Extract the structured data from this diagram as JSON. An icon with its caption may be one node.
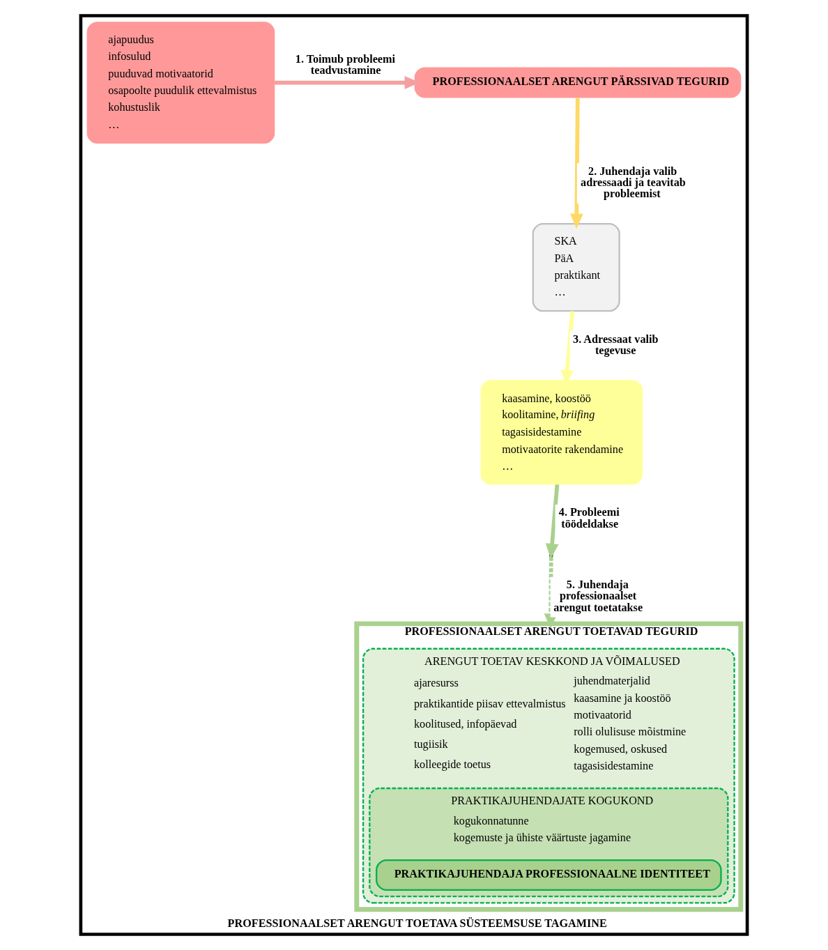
{
  "diagram": {
    "nodes": [
      {
        "text": [
          "PROFESSIONAALSET ARENGUT TOETAVA SÜSTEEMSUSE TAGAMINE"
        ]
      },
      {
        "text": [
          "PROFESSIONAALSET ARENGUT PÄRSSIVAD TEGURID"
        ],
        "in": 0
      },
      {
        "text": [
          "ajapuudus",
          "infosulud",
          "puuduvad motivaatorid",
          "osapoolte puudulik ettevalmistus",
          "kohustuslik",
          "…"
        ],
        "in": 0
      },
      {
        "text": [
          "SKA",
          "PäA",
          "praktikant",
          "…"
        ],
        "in": 0
      },
      {
        "text": [
          "kaasamine, koostöö",
          "koolitamine, *briifing*",
          "tagasisidestamine",
          "motivaatorite rakendamine",
          "…"
        ],
        "in": 0
      },
      {
        "text": [
          "PROFESSIONAALSET ARENGUT TOETAVAD TEGURID"
        ],
        "in": 0
      },
      {
        "text": [
          "ARENGUT TOETAV KESKKOND JA VÕIMALUSED",
          "ajaresurss",
          "praktikantide piisav ettevalmistus",
          "koolitused, infopäevad",
          "tugiisik",
          "kolleegide toetus",
          "juhendmaterjalid",
          "kaasamine ja koostöö",
          "motivaatorid",
          "rolli olulisuse mõistmine",
          "kogemused, oskused",
          "tagasisidestamine"
        ],
        "in": 5
      },
      {
        "text": [
          "PRAKTIKAJUHENDAJATE KOGUKOND",
          "kogukonnatunne",
          "kogemuste ja ühiste väärtuste jagamine"
        ],
        "in": 6
      },
      {
        "text": [
          "PRAKTIKAJUHENDAJA PROFESSIONAALNE IDENTITEET"
        ],
        "in": 7
      }
    ],
    "edges": [
      {
        "from": 2,
        "to": 1,
        "arrow": "to",
        "label": "1. Toimub probleemi teadvustamine",
        "color": "#f4a0a0"
      },
      {
        "from": 1,
        "to": 3,
        "arrow": "to",
        "label": "2. Juhendaja valib adressaadi ja teavitab probleemist",
        "color": "#ffd966"
      },
      {
        "from": 3,
        "to": 4,
        "arrow": "to",
        "label": "3. Adressaat valib tegevuse",
        "color": "#ffff99"
      },
      {
        "from": 4,
        "to": null,
        "arrow": "to",
        "label": "4. Probleemi töödeldakse",
        "color": "#a9d18e"
      },
      {
        "from": null,
        "to": 5,
        "arrow": "to",
        "label": "5. Juhendaja professionaalset arengut toetatakse",
        "style": "dashed",
        "color": "#a9d18e"
      }
    ]
  }
}
